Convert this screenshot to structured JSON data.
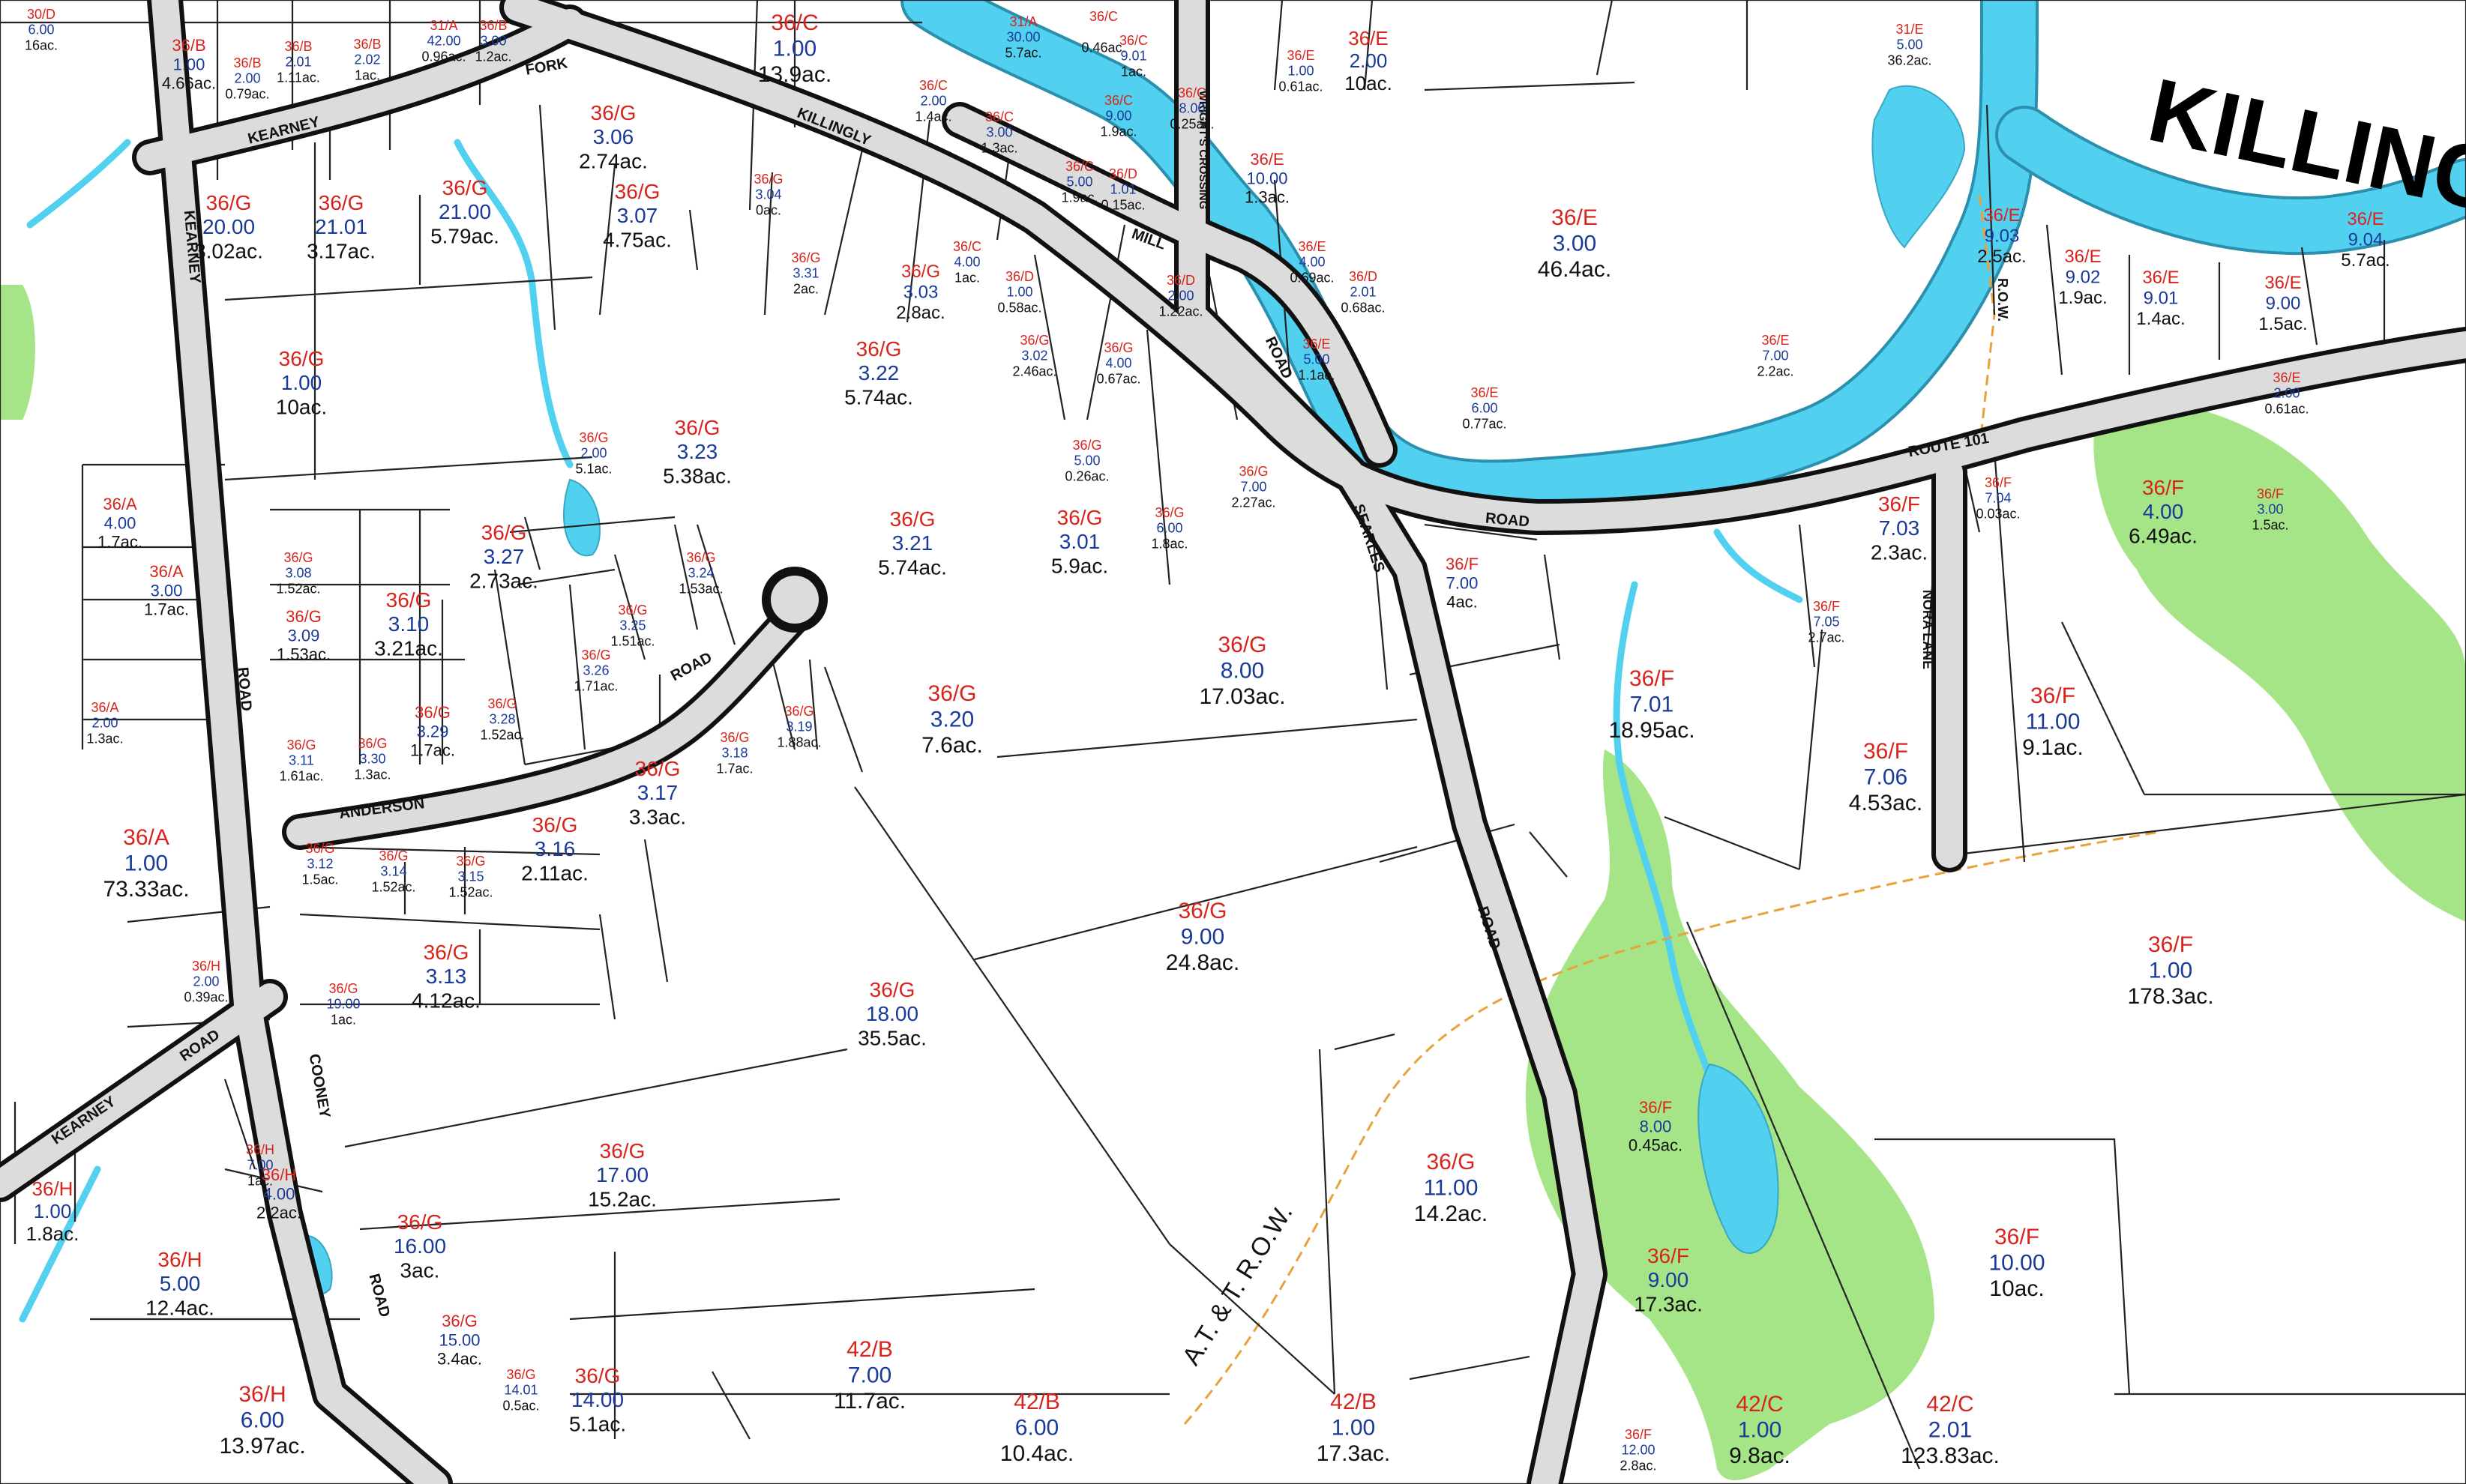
{
  "map": {
    "title": "KILLING",
    "roads": {
      "killingly": "KILLINGLY",
      "kearney_north": "KEARNEY",
      "kearney_south": "KEARNEY",
      "kearney_rd_label": "ROAD",
      "road_vertical": "ROAD",
      "anderson": "ANDERSON",
      "anderson_road": "ROAD",
      "fork": "FORK",
      "mill": "MILL",
      "searles": "SEARLES",
      "searles_road": "ROAD",
      "route_101": "ROUTE 101",
      "route_101_road": "ROAD",
      "nora_lane": "NORA LANE",
      "wright_crossing": "WRIGHT'S CROSSING",
      "crossing_road": "ROAD",
      "atandt_row": "A.T. & T. R.O.W.",
      "row_e": "R.O.W.",
      "cooney": "COONEY",
      "cooney_road": "ROAD",
      "mill_road": "ROAD"
    },
    "parcels": [
      {
        "map": "30/D",
        "sub": "6.00",
        "area": "16ac."
      },
      {
        "map": "36/B",
        "sub": "1.00",
        "area": "4.66ac."
      },
      {
        "map": "36/B",
        "sub": "2.01",
        "area": "1.11ac."
      },
      {
        "map": "36/B",
        "sub": "2.00",
        "area": "0.79ac."
      },
      {
        "map": "36/B",
        "sub": "2.02",
        "area": "1ac."
      },
      {
        "map": "31/A",
        "sub": "42.00",
        "area": "0.96ac."
      },
      {
        "map": "36/B",
        "sub": "3.00",
        "area": "1.2ac."
      },
      {
        "map": "36/C",
        "sub": "1.00",
        "area": "13.9ac."
      },
      {
        "map": "31/A",
        "sub": "30.00",
        "area": "5.7ac."
      },
      {
        "map": "36/C",
        "sub": "",
        "area": "0.46ac."
      },
      {
        "map": "36/C",
        "sub": "2.00",
        "area": "1.4ac."
      },
      {
        "map": "36/C",
        "sub": "9.01",
        "area": "1ac."
      },
      {
        "map": "36/C",
        "sub": "9.00",
        "area": "1.9ac."
      },
      {
        "map": "36/C",
        "sub": "8.00",
        "area": "0.25ac."
      },
      {
        "map": "36/C",
        "sub": "3.00",
        "area": "1.3ac."
      },
      {
        "map": "36/E",
        "sub": "1.00",
        "area": "0.61ac."
      },
      {
        "map": "36/E",
        "sub": "2.00",
        "area": "10ac."
      },
      {
        "map": "31/E",
        "sub": "5.00",
        "area": "36.2ac."
      },
      {
        "map": "36/G",
        "sub": "3.06",
        "area": "2.74ac."
      },
      {
        "map": "36/G",
        "sub": "20.00",
        "area": "3.02ac."
      },
      {
        "map": "36/G",
        "sub": "21.01",
        "area": "3.17ac."
      },
      {
        "map": "36/G",
        "sub": "21.00",
        "area": "5.79ac."
      },
      {
        "map": "36/G",
        "sub": "3.07",
        "area": "4.75ac."
      },
      {
        "map": "36/G",
        "sub": "3.04",
        "area": "0ac."
      },
      {
        "map": "36/C",
        "sub": "5.00",
        "area": "1.9ac."
      },
      {
        "map": "36/D",
        "sub": "1.01",
        "area": "0.15ac."
      },
      {
        "map": "36/E",
        "sub": "10.00",
        "area": "1.3ac."
      },
      {
        "map": "36/E",
        "sub": "3.00",
        "area": "46.4ac."
      },
      {
        "map": "36/E",
        "sub": "9.03",
        "area": "2.5ac."
      },
      {
        "map": "36/E",
        "sub": "9.02",
        "area": "1.9ac."
      },
      {
        "map": "36/E",
        "sub": "9.01",
        "area": "1.4ac."
      },
      {
        "map": "36/E",
        "sub": "9.00",
        "area": "1.5ac."
      },
      {
        "map": "36/E",
        "sub": "9.04",
        "area": "5.7ac."
      },
      {
        "map": "36/G",
        "sub": "3.31",
        "area": "2ac."
      },
      {
        "map": "36/G",
        "sub": "3.03",
        "area": "2.8ac."
      },
      {
        "map": "36/C",
        "sub": "4.00",
        "area": "1ac."
      },
      {
        "map": "36/D",
        "sub": "1.00",
        "area": "0.58ac."
      },
      {
        "map": "36/D",
        "sub": "2.00",
        "area": "1.22ac."
      },
      {
        "map": "36/E",
        "sub": "4.00",
        "area": "0.69ac."
      },
      {
        "map": "36/D",
        "sub": "2.01",
        "area": "0.68ac."
      },
      {
        "map": "36/E",
        "sub": "5.00",
        "area": "1.1ac."
      },
      {
        "map": "36/E",
        "sub": "7.00",
        "area": "2.2ac."
      },
      {
        "map": "36/G",
        "sub": "1.00",
        "area": "10ac."
      },
      {
        "map": "36/G",
        "sub": "3.22",
        "area": "5.74ac."
      },
      {
        "map": "36/G",
        "sub": "3.02",
        "area": "2.46ac."
      },
      {
        "map": "36/G",
        "sub": "4.00",
        "area": "0.67ac."
      },
      {
        "map": "36/E",
        "sub": "6.00",
        "area": "0.77ac."
      },
      {
        "map": "36/E",
        "sub": "2.00",
        "area": "0.61ac."
      },
      {
        "map": "36/G",
        "sub": "2.00",
        "area": "5.1ac."
      },
      {
        "map": "36/G",
        "sub": "3.23",
        "area": "5.38ac."
      },
      {
        "map": "36/G",
        "sub": "5.00",
        "area": "0.26ac."
      },
      {
        "map": "36/G",
        "sub": "7.00",
        "area": "2.27ac."
      },
      {
        "map": "36/F",
        "sub": "7.04",
        "area": "0.03ac."
      },
      {
        "map": "36/F",
        "sub": "4.00",
        "area": "6.49ac."
      },
      {
        "map": "36/F",
        "sub": "3.00",
        "area": "1.5ac."
      },
      {
        "map": "36/A",
        "sub": "4.00",
        "area": "1.7ac."
      },
      {
        "map": "36/G",
        "sub": "3.27",
        "area": "2.73ac."
      },
      {
        "map": "36/G",
        "sub": "3.21",
        "area": "5.74ac."
      },
      {
        "map": "36/G",
        "sub": "3.01",
        "area": "5.9ac."
      },
      {
        "map": "36/G",
        "sub": "6.00",
        "area": "1.8ac."
      },
      {
        "map": "36/F",
        "sub": "7.03",
        "area": "2.3ac."
      },
      {
        "map": "36/F",
        "sub": "7.00",
        "area": "4ac."
      },
      {
        "map": "36/A",
        "sub": "3.00",
        "area": "1.7ac."
      },
      {
        "map": "36/G",
        "sub": "3.08",
        "area": "1.52ac."
      },
      {
        "map": "36/G",
        "sub": "3.10",
        "area": "3.21ac."
      },
      {
        "map": "36/G",
        "sub": "3.24",
        "area": "1.53ac."
      },
      {
        "map": "36/G",
        "sub": "3.09",
        "area": "1.53ac."
      },
      {
        "map": "36/G",
        "sub": "3.25",
        "area": "1.51ac."
      },
      {
        "map": "36/G",
        "sub": "3.26",
        "area": "1.71ac."
      },
      {
        "map": "36/F",
        "sub": "7.05",
        "area": "2.7ac."
      },
      {
        "map": "36/A",
        "sub": "2.00",
        "area": "1.3ac."
      },
      {
        "map": "36/G",
        "sub": "3.29",
        "area": "1.7ac."
      },
      {
        "map": "36/G",
        "sub": "3.28",
        "area": "1.52ac."
      },
      {
        "map": "36/G",
        "sub": "8.00",
        "area": "17.03ac."
      },
      {
        "map": "36/F",
        "sub": "7.01",
        "area": "18.95ac."
      },
      {
        "map": "36/F",
        "sub": "11.00",
        "area": "9.1ac."
      },
      {
        "map": "36/G",
        "sub": "3.20",
        "area": "7.6ac."
      },
      {
        "map": "36/G",
        "sub": "3.19",
        "area": "1.88ac."
      },
      {
        "map": "36/G",
        "sub": "3.11",
        "area": "1.61ac."
      },
      {
        "map": "36/G",
        "sub": "3.30",
        "area": "1.3ac."
      },
      {
        "map": "36/G",
        "sub": "3.18",
        "area": "1.7ac."
      },
      {
        "map": "36/G",
        "sub": "3.17",
        "area": "3.3ac."
      },
      {
        "map": "36/F",
        "sub": "7.06",
        "area": "4.53ac."
      },
      {
        "map": "36/A",
        "sub": "1.00",
        "area": "73.33ac."
      },
      {
        "map": "36/G",
        "sub": "3.12",
        "area": "1.5ac."
      },
      {
        "map": "36/G",
        "sub": "3.14",
        "area": "1.52ac."
      },
      {
        "map": "36/G",
        "sub": "3.15",
        "area": "1.52ac."
      },
      {
        "map": "36/G",
        "sub": "3.16",
        "area": "2.11ac."
      },
      {
        "map": "36/G",
        "sub": "9.00",
        "area": "24.8ac."
      },
      {
        "map": "36/H",
        "sub": "2.00",
        "area": "0.39ac."
      },
      {
        "map": "36/G",
        "sub": "19.00",
        "area": "1ac."
      },
      {
        "map": "36/G",
        "sub": "3.13",
        "area": "4.12ac."
      },
      {
        "map": "36/G",
        "sub": "18.00",
        "area": "35.5ac."
      },
      {
        "map": "36/F",
        "sub": "1.00",
        "area": "178.3ac."
      },
      {
        "map": "36/H",
        "sub": "7.00",
        "area": "1ac."
      },
      {
        "map": "36/H",
        "sub": "4.00",
        "area": "2.2ac."
      },
      {
        "map": "36/G",
        "sub": "17.00",
        "area": "15.2ac."
      },
      {
        "map": "36/F",
        "sub": "8.00",
        "area": "0.45ac."
      },
      {
        "map": "36/H",
        "sub": "1.00",
        "area": "1.8ac."
      },
      {
        "map": "36/H",
        "sub": "5.00",
        "area": "12.4ac."
      },
      {
        "map": "36/G",
        "sub": "16.00",
        "area": "3ac."
      },
      {
        "map": "36/G",
        "sub": "11.00",
        "area": "14.2ac."
      },
      {
        "map": "36/F",
        "sub": "10.00",
        "area": "10ac."
      },
      {
        "map": "36/F",
        "sub": "9.00",
        "area": "17.3ac."
      },
      {
        "map": "36/G",
        "sub": "15.00",
        "area": "3.4ac."
      },
      {
        "map": "36/H",
        "sub": "6.00",
        "area": "13.97ac."
      },
      {
        "map": "36/G",
        "sub": "14.01",
        "area": "0.5ac."
      },
      {
        "map": "36/G",
        "sub": "14.00",
        "area": "5.1ac."
      },
      {
        "map": "42/B",
        "sub": "7.00",
        "area": "11.7ac."
      },
      {
        "map": "42/B",
        "sub": "6.00",
        "area": "10.4ac."
      },
      {
        "map": "42/B",
        "sub": "1.00",
        "area": "17.3ac."
      },
      {
        "map": "36/F",
        "sub": "12.00",
        "area": "2.8ac."
      },
      {
        "map": "42/C",
        "sub": "1.00",
        "area": "9.8ac."
      },
      {
        "map": "42/C",
        "sub": "2.01",
        "area": "123.83ac."
      }
    ]
  }
}
